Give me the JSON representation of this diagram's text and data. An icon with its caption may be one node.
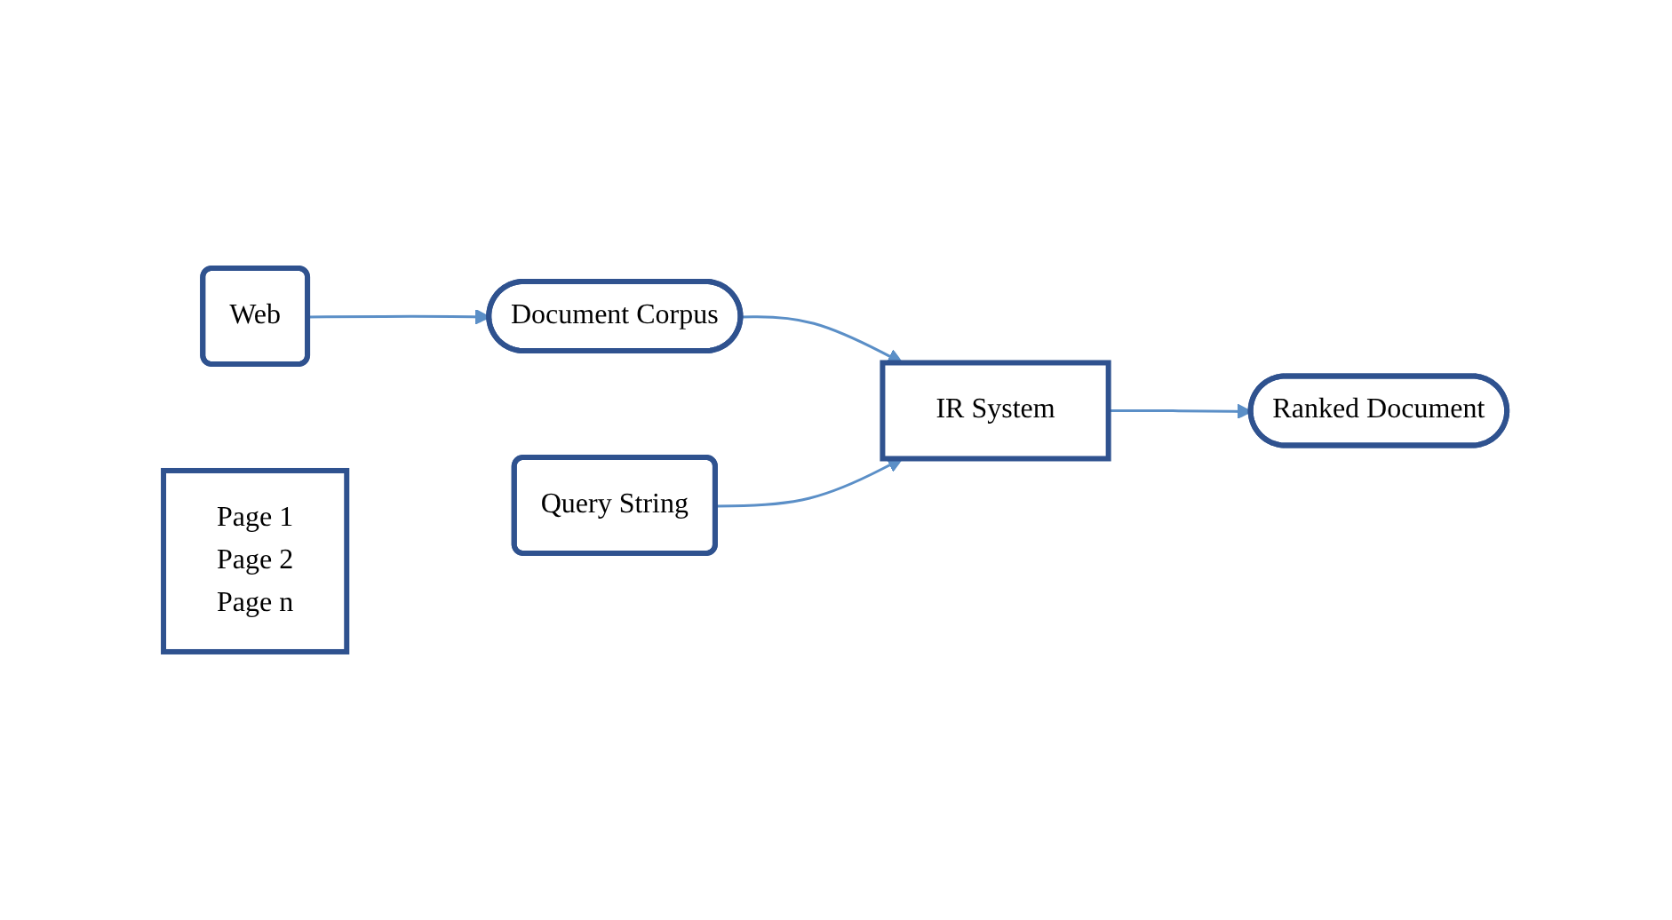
{
  "diagram": {
    "nodes": [
      {
        "text": [
          "Web"
        ]
      },
      {
        "text": [
          "Document Corpus"
        ]
      },
      {
        "text": [
          "Query String"
        ]
      },
      {
        "text": [
          "IR System"
        ]
      },
      {
        "text": [
          "Page 1",
          "Page 2",
          "Page n"
        ]
      },
      {
        "text": [
          "Ranked Document"
        ]
      }
    ],
    "edges": [
      {
        "from": 0,
        "to": 1,
        "arrow": "to"
      },
      {
        "from": 1,
        "to": 3,
        "arrow": "to"
      },
      {
        "from": 2,
        "to": 3,
        "arrow": "to"
      },
      {
        "from": 3,
        "to": 5,
        "arrow": "to"
      }
    ]
  }
}
